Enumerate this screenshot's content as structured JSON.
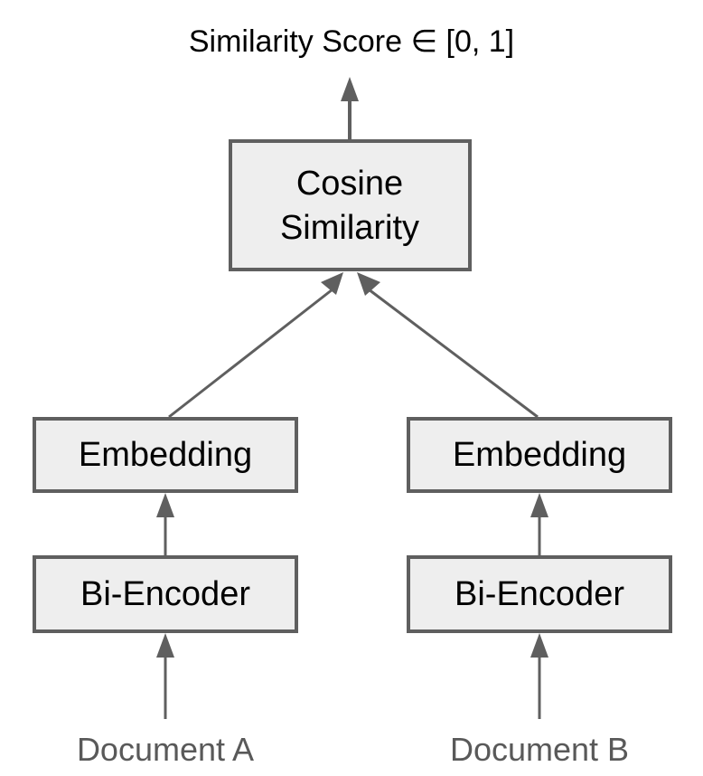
{
  "diagram": {
    "title": "Similarity Score ∈ [0, 1]",
    "background_color": "#ffffff",
    "box_fill_color": "#eeeeee",
    "box_border_color": "#5f5f5f",
    "edge_color": "#5f5f5f",
    "box_text_color": "#000000",
    "input_text_color": "#595959",
    "nodes": {
      "cosine": {
        "line1": "Cosine",
        "line2": "Similarity"
      },
      "embedding_left": {
        "label": "Embedding"
      },
      "embedding_right": {
        "label": "Embedding"
      },
      "encoder_left": {
        "label": "Bi-Encoder"
      },
      "encoder_right": {
        "label": "Bi-Encoder"
      },
      "document_left": {
        "label": "Document A"
      },
      "document_right": {
        "label": "Document B"
      }
    }
  }
}
